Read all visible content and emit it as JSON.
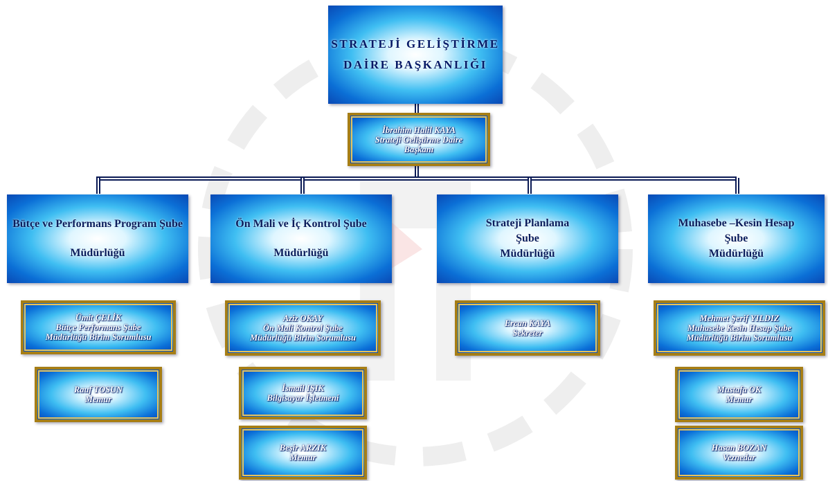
{
  "top": {
    "line1": "STRATEJİ GELİŞTİRME",
    "line2": "DAİRE  BAŞKANLIĞI"
  },
  "head": {
    "name": "İbrahim Halil KAYA",
    "title1": "Strateji Geliştirme Daire",
    "title2": "Başkanı"
  },
  "branches": [
    {
      "title": "Bütçe ve Performans Program Şube",
      "sub": "Müdürlüğü"
    },
    {
      "title": "Ön Mali ve İç Kontrol Şube",
      "sub": "Müdürlüğü"
    },
    {
      "title": "Strateji Planlama",
      "title2": "Şube",
      "sub": "Müdürlüğü"
    },
    {
      "title": "Muhasebe –Kesin Hesap",
      "title2": "Şube",
      "sub": "Müdürlüğü"
    }
  ],
  "staff": {
    "b1": [
      {
        "l1": "Ümit ÇELİK",
        "l2": "Bütçe Performans Şube",
        "l3": "Müdürlüğü Birim Sorumlusu"
      },
      {
        "l1": "Rauf TOSUN",
        "l2": "Memur"
      }
    ],
    "b2": [
      {
        "l1": "Aziz OKAY",
        "l2": "Ön Mali Kontrol Şube",
        "l3": "Müdürlüğü Birim Sorumlusu"
      },
      {
        "l1": "İsmail IŞIK",
        "l2": "Bilgisayar İşletmeni"
      },
      {
        "l1": "Beşir ARZIK",
        "l2": "Memur"
      }
    ],
    "b3": [
      {
        "l1": "Ercan KAYA",
        "l2": "Sekreter"
      }
    ],
    "b4": [
      {
        "l1": "Mehmet Şerif YILDIZ",
        "l2": "Muhasebe Kesin Hesap Şube",
        "l3": "Müdürlüğü Birim Sorumlusu"
      },
      {
        "l1": "Mustafa OK",
        "l2": "Memur"
      },
      {
        "l1": "Hasan BOZAN",
        "l2": "Veznedar"
      }
    ]
  },
  "colors": {
    "line": "#0a1a55",
    "gold_border": "#a67e16",
    "box_blue": "#0b6fd6",
    "watermark_gray": "#d9d9d9",
    "watermark_accent": "#f6c2c2"
  }
}
